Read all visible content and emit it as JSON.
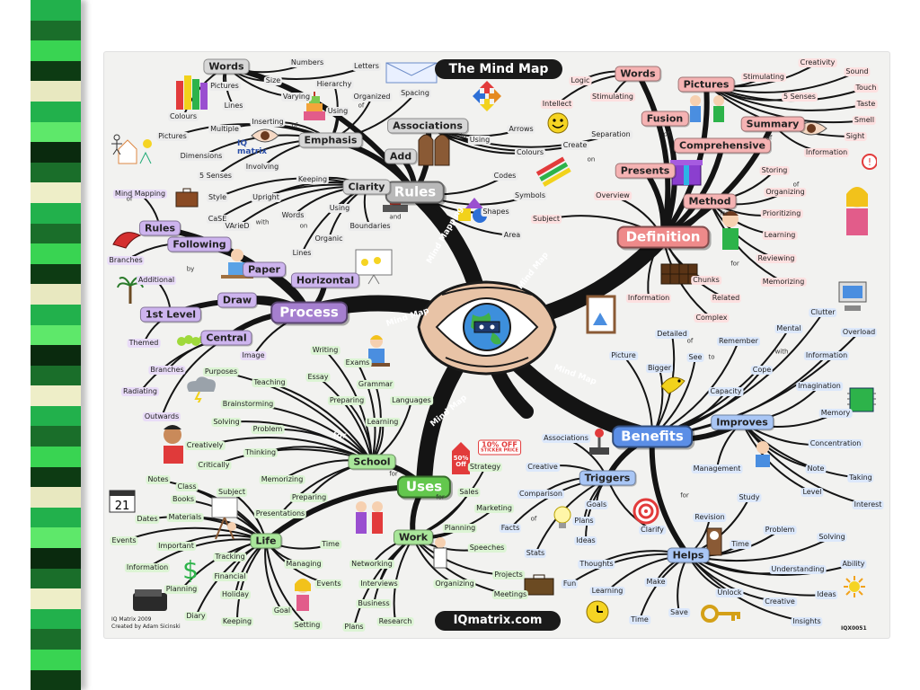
{
  "title": "The Mind Map",
  "website": "IQmatrix.com",
  "brand": {
    "line1": "IQ",
    "line2": "matrix"
  },
  "credit": {
    "line1": "IQ Matrix 2009",
    "line2": "Created by Adam Sicinski"
  },
  "code": "IQX0051",
  "colors": {
    "branch": "#141414",
    "stripes": [
      "#22b14c",
      "#1a6e2a",
      "#39d452",
      "#0d3b13",
      "#e8e8c0",
      "#22b14c",
      "#5ee86a",
      "#0a2a0e",
      "#1a6e2a",
      "#eeeec8"
    ],
    "panel": "#f2f2f0"
  },
  "center": {
    "label": "Mind Map",
    "icon": "eye-globe-icon"
  },
  "spokes": [
    "Mind Mapping",
    "Mind Map",
    "Mind Map",
    "Mind Map",
    "Mind Map",
    "for"
  ],
  "branches": [
    {
      "id": "rules",
      "label": "Rules",
      "color": "#b9b9b9"
    },
    {
      "id": "definition",
      "label": "Definition",
      "color": "#ee8a8a"
    },
    {
      "id": "process",
      "label": "Process",
      "color": "#a57fcf"
    },
    {
      "id": "benefits",
      "label": "Benefits",
      "color": "#5b8ee6"
    },
    {
      "id": "uses",
      "label": "Uses",
      "color": "#63c74d"
    }
  ],
  "mains": {
    "words": "Words",
    "emphasis": "Emphasis",
    "add": "Add",
    "clarity": "Clarity",
    "associations": "Associations",
    "presents": "Presents",
    "method": "Method",
    "fusion": "Fusion",
    "comprehensive": "Comprehensive",
    "summary": "Summary",
    "words2": "Words",
    "pictures": "Pictures",
    "draw": "Draw",
    "paper": "Paper",
    "horizontal": "Horizontal",
    "central": "Central",
    "first_level": "1st Level",
    "following": "Following",
    "rules2": "Rules",
    "school": "School",
    "life": "Life",
    "work": "Work",
    "triggers": "Triggers",
    "helps": "Helps",
    "improves": "Improves"
  },
  "subs": {
    "numbers": "Numbers",
    "letters": "Letters",
    "size": "Size",
    "varying": "Varying",
    "hierarchy": "Hierarchy",
    "organized": "Organized",
    "spacing": "Spacing",
    "using1": "Using",
    "pictures1": "Pictures",
    "lines1": "Lines",
    "colours1": "Colours",
    "inserting": "Inserting",
    "multiple": "Multiple",
    "pictures2": "Pictures",
    "dimensions": "Dimensions",
    "five_senses1": "5 Senses",
    "involving": "Involving",
    "mind_mapping": "Mind Mapping",
    "style": "Style",
    "case": "CaSE",
    "upright": "Upright",
    "keeping": "Keeping",
    "words3": "Words",
    "varied": "VArieD",
    "using2": "Using",
    "boundaries": "Boundaries",
    "organic": "Organic",
    "lines2": "Lines",
    "using3": "Using",
    "arrows": "Arrows",
    "colours2": "Colours",
    "separation": "Separation",
    "create": "Create",
    "codes": "Codes",
    "symbols": "Symbols",
    "shapes": "Shapes",
    "area": "Area",
    "subject": "Subject",
    "overview": "Overview",
    "logic": "Logic",
    "intellect": "Intellect",
    "stimulating1": "Stimulating",
    "stimulating2": "Stimulating",
    "creativity": "Creativity",
    "sound": "Sound",
    "five_senses2": "5 Senses",
    "touch": "Touch",
    "taste": "Taste",
    "smell": "Smell",
    "sight": "Sight",
    "information1": "Information",
    "storing": "Storing",
    "organizing1": "Organizing",
    "prioritizing": "Prioritizing",
    "learning1": "Learning",
    "reviewing": "Reviewing",
    "memorizing1": "Memorizing",
    "chunks": "Chunks",
    "information2": "Information",
    "related": "Related",
    "complex": "Complex",
    "detailed": "Detailed",
    "remember": "Remember",
    "picture": "Picture",
    "see": "See",
    "bigger": "Bigger",
    "mental": "Mental",
    "clutter": "Clutter",
    "overload": "Overload",
    "information3": "Information",
    "cope": "Cope",
    "capacity": "Capacity",
    "imagination": "Imagination",
    "memory": "Memory",
    "concentration": "Concentration",
    "note": "Note",
    "taking": "Taking",
    "management": "Management",
    "level": "Level",
    "interest": "Interest",
    "study": "Study",
    "revision": "Revision",
    "time1": "Time",
    "problem1": "Problem",
    "solving1": "Solving",
    "ability": "Ability",
    "understanding": "Understanding",
    "ideas1": "Ideas",
    "unlock": "Unlock",
    "creative1": "Creative",
    "insights": "Insights",
    "associations2": "Associations",
    "creative2": "Creative",
    "comparison": "Comparison",
    "goals": "Goals",
    "plans": "Plans",
    "facts": "Facts",
    "ideas2": "Ideas",
    "stats": "Stats",
    "clarify": "Clarify",
    "thoughts": "Thoughts",
    "fun": "Fun",
    "learning2": "Learning",
    "make": "Make",
    "save": "Save",
    "time2": "Time",
    "branches1": "Branches",
    "additional": "Additional",
    "themed": "Themed",
    "branches2": "Branches",
    "radiating": "Radiating",
    "outwards": "Outwards",
    "image": "Image",
    "writing": "Writing",
    "essay": "Essay",
    "exams": "Exams",
    "grammar": "Grammar",
    "languages": "Languages",
    "preparing1": "Preparing",
    "learning3": "Learning",
    "purposes": "Purposes",
    "teaching": "Teaching",
    "brainstorming": "Brainstorming",
    "solving2": "Solving",
    "problem2": "Problem",
    "creatively": "Creatively",
    "thinking": "Thinking",
    "critically": "Critically",
    "memorizing2": "Memorizing",
    "notes": "Notes",
    "class": "Class",
    "subject2": "Subject",
    "books": "Books",
    "materials": "Materials",
    "preparing2": "Preparing",
    "presentations": "Presentations",
    "dates": "Dates",
    "events1": "Events",
    "important": "Important",
    "information4": "Information",
    "tracking": "Tracking",
    "financial": "Financial",
    "planning1": "Planning",
    "holiday": "Holiday",
    "diary": "Diary",
    "keeping2": "Keeping",
    "goal": "Goal",
    "setting": "Setting",
    "managing": "Managing",
    "time3": "Time",
    "events2": "Events",
    "strategy": "Strategy",
    "sales": "Sales",
    "marketing": "Marketing",
    "planning2": "Planning",
    "speeches": "Speeches",
    "networking": "Networking",
    "interviews": "Interviews",
    "organizing2": "Organizing",
    "projects": "Projects",
    "meetings": "Meetings",
    "business": "Business",
    "plans2": "Plans",
    "research": "Research"
  },
  "connectors": {
    "of": "of",
    "for": "for",
    "with": "with",
    "by": "by",
    "in": "in",
    "on": "on",
    "to": "to",
    "and": "and"
  },
  "stickers": {
    "percent": "50% Off",
    "sale": "10% OFF",
    "price": "STICKER PRICE"
  },
  "calendar_date": "21"
}
